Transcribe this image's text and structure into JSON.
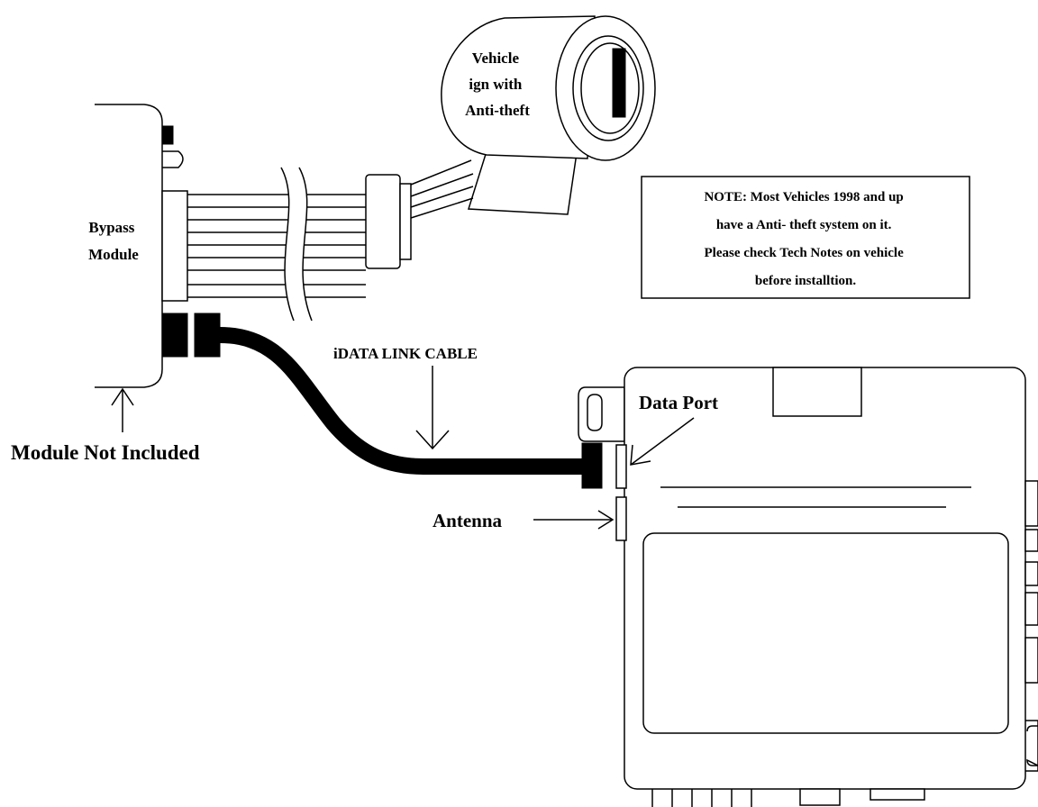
{
  "ignition": {
    "label_lines": [
      "Vehicle",
      "ign with",
      "Anti-theft"
    ]
  },
  "bypass_module": {
    "label_lines": [
      "Bypass",
      "Module"
    ]
  },
  "note_box": {
    "lines": [
      "NOTE: Most Vehicles 1998 and up",
      "have a Anti- theft system on it.",
      "Please check Tech Notes  on vehicle",
      "before installtion."
    ]
  },
  "labels": {
    "cable": "iDATA LINK CABLE",
    "module_not_included": "Module Not Included",
    "data_port": "Data Port",
    "antenna": "Antenna"
  },
  "colors": {
    "stroke": "#000000",
    "background": "#ffffff"
  }
}
